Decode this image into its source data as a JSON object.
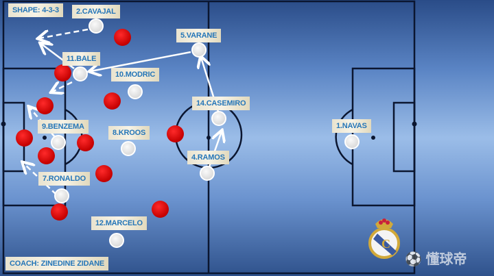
{
  "shape_label": "SHAPE: 4-3-3",
  "coach_label": "COACH: ZINEDINE ZIDANE",
  "players": [
    {
      "name": "2.CAVAJAL"
    },
    {
      "name": "5.VARANE"
    },
    {
      "name": "11.BALE"
    },
    {
      "name": "10.MODRIC"
    },
    {
      "name": "14.CASEMIRO"
    },
    {
      "name": "9.BENZEMA"
    },
    {
      "name": "8.KROOS"
    },
    {
      "name": "4.RAMOS"
    },
    {
      "name": "7.RONALDO"
    },
    {
      "name": "12.MARCELO"
    },
    {
      "name": "1.NAVAS"
    }
  ],
  "watermark": "懂球帝",
  "colors": {
    "team": "#ffffff",
    "opponent": "#d40000",
    "label_text": "#2576b8"
  }
}
